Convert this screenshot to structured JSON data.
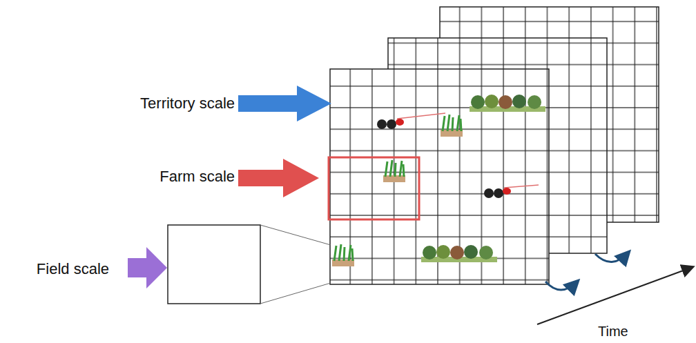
{
  "diagram": {
    "labels": [
      "Territory scale",
      "Farm scale",
      "Field scale",
      "Time"
    ]
  }
}
